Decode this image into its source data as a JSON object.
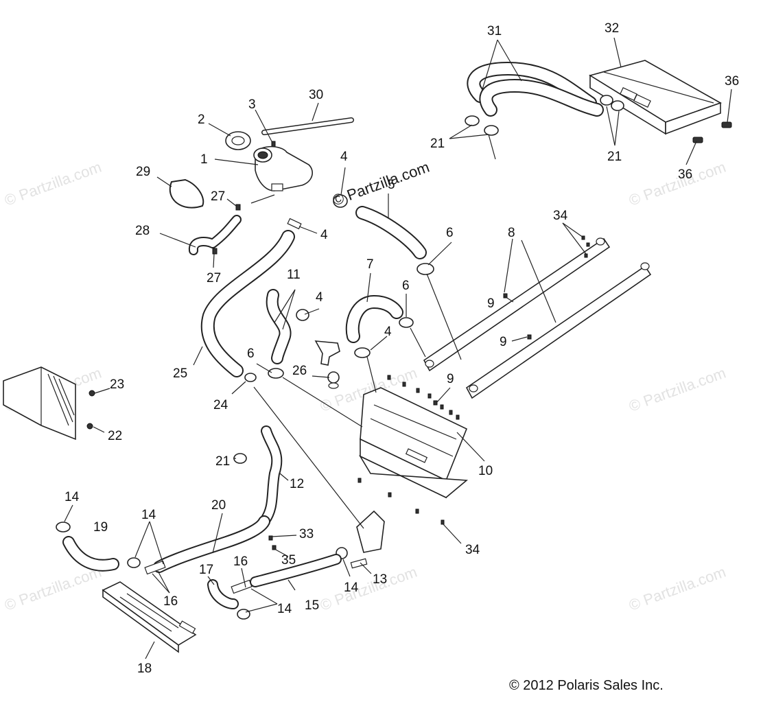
{
  "watermark_main": "© Partzilla.com",
  "watermark_faint": "© Partzilla.com",
  "copyright": "© 2012 Polaris Sales Inc.",
  "callouts": {
    "c1": "1",
    "c2": "2",
    "c3": "3",
    "c4a": "4",
    "c4b": "4",
    "c4c": "4",
    "c4d": "4",
    "c5": "5",
    "c6a": "6",
    "c6b": "6",
    "c6c": "6",
    "c7": "7",
    "c8": "8",
    "c9a": "9",
    "c9b": "9",
    "c9c": "9",
    "c10": "10",
    "c11": "11",
    "c12": "12",
    "c13": "13",
    "c14a": "14",
    "c14b": "14",
    "c14c": "14",
    "c14d": "14",
    "c15": "15",
    "c16a": "16",
    "c16b": "16",
    "c17": "17",
    "c18": "18",
    "c19": "19",
    "c20": "20",
    "c21a": "21",
    "c21b": "21",
    "c21c": "21",
    "c22": "22",
    "c23": "23",
    "c24": "24",
    "c25": "25",
    "c26": "26",
    "c27a": "27",
    "c27b": "27",
    "c28": "28",
    "c29": "29",
    "c30": "30",
    "c31": "31",
    "c32": "32",
    "c33": "33",
    "c34a": "34",
    "c34b": "34",
    "c35": "35",
    "c36a": "36",
    "c36b": "36"
  }
}
